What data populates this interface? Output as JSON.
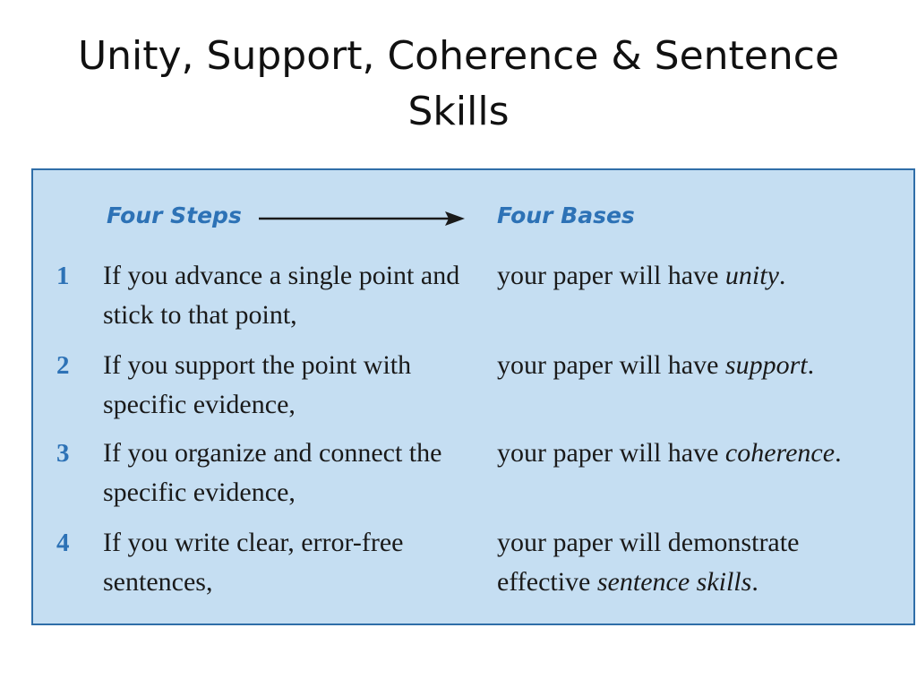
{
  "slide": {
    "title": "Unity, Support, Coherence & Sentence Skills"
  },
  "table": {
    "left_heading": "Four Steps",
    "right_heading": "Four Bases",
    "rows": [
      {
        "number": "1",
        "step": "If you advance a single point and stick to that point,",
        "base_prefix": "your paper will have ",
        "base_emphasis": "unity",
        "base_suffix": "."
      },
      {
        "number": "2",
        "step": "If you support the point with specific evidence,",
        "base_prefix": "your paper will have ",
        "base_emphasis": "support",
        "base_suffix": "."
      },
      {
        "number": "3",
        "step": "If you organize and connect the specific evidence,",
        "base_prefix": "your paper will have ",
        "base_emphasis": "coherence",
        "base_suffix": "."
      },
      {
        "number": "4",
        "step": "If you write clear, error-free sentences,",
        "base_prefix": "your paper will demonstrate effective ",
        "base_emphasis": "sentence skills",
        "base_suffix": "."
      }
    ]
  },
  "colors": {
    "panel_background": "#c5def2",
    "panel_border": "#2f6ea8",
    "accent": "#2d72b6"
  }
}
